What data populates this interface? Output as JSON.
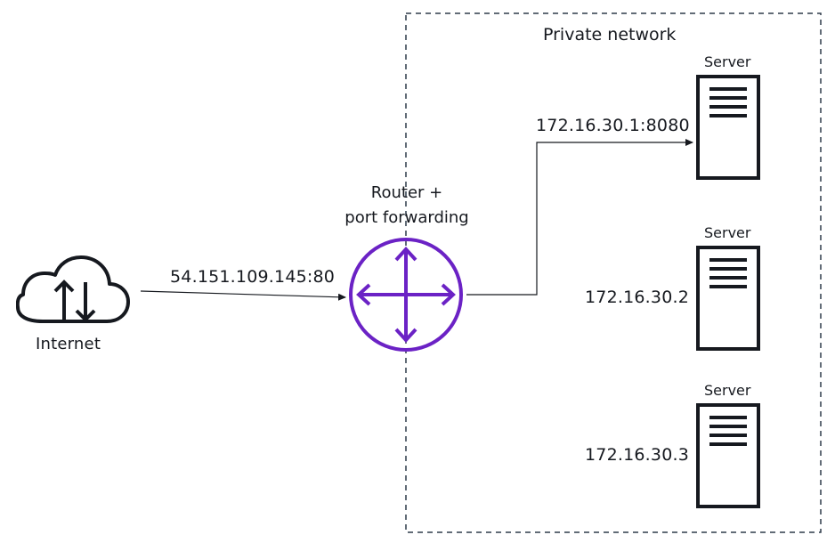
{
  "private_network": {
    "label": "Private network"
  },
  "internet": {
    "label": "Internet",
    "address": "54.151.109.145:80"
  },
  "router": {
    "line1": "Router +",
    "line2": "port forwarding"
  },
  "servers": [
    {
      "label": "Server",
      "address": "172.16.30.1:8080"
    },
    {
      "label": "Server",
      "address": "172.16.30.2"
    },
    {
      "label": "Server",
      "address": "172.16.30.3"
    }
  ],
  "colors": {
    "router": "#6b22c5",
    "stroke": "#16191f",
    "border": "#2f3b4a"
  },
  "icons": {
    "internet": "cloud-upload-download-icon",
    "router": "router-arrows-icon",
    "server": "server-icon"
  }
}
